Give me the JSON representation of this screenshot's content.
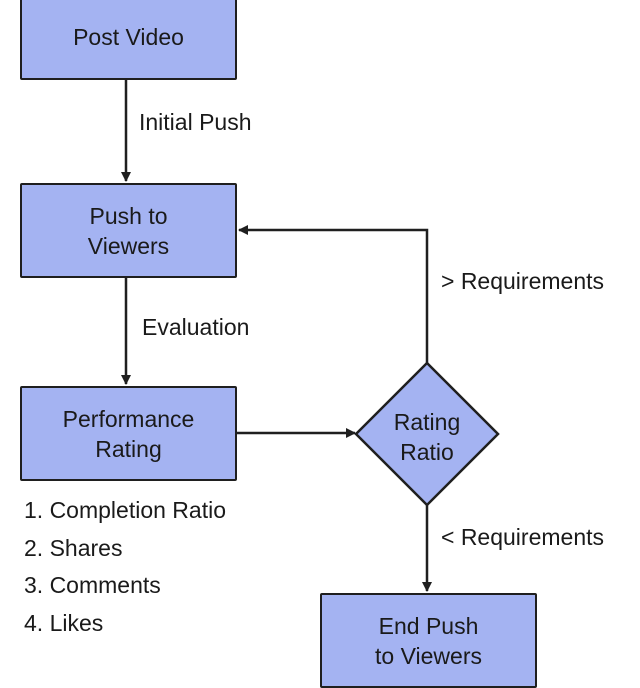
{
  "nodes": {
    "post_video": {
      "lines": [
        "Post Video"
      ]
    },
    "push_to_viewers": {
      "lines": [
        "Push to",
        "Viewers"
      ]
    },
    "performance_rating": {
      "lines": [
        "Performance",
        "Rating"
      ]
    },
    "rating_ratio": {
      "lines": [
        "Rating",
        "Ratio"
      ],
      "shape": "diamond"
    },
    "end_push": {
      "lines": [
        "End Push",
        "to Viewers"
      ]
    }
  },
  "edges": {
    "initial_push": "Initial Push",
    "evaluation": "Evaluation",
    "above_requirements": "> Requirements",
    "below_requirements": "< Requirements"
  },
  "criteria": [
    "1. Completion Ratio",
    "2. Shares",
    "3. Comments",
    "4. Likes"
  ],
  "colors": {
    "node_fill": "#a4b3f2",
    "stroke": "#1f1f1f",
    "text": "#1a1a1a"
  }
}
